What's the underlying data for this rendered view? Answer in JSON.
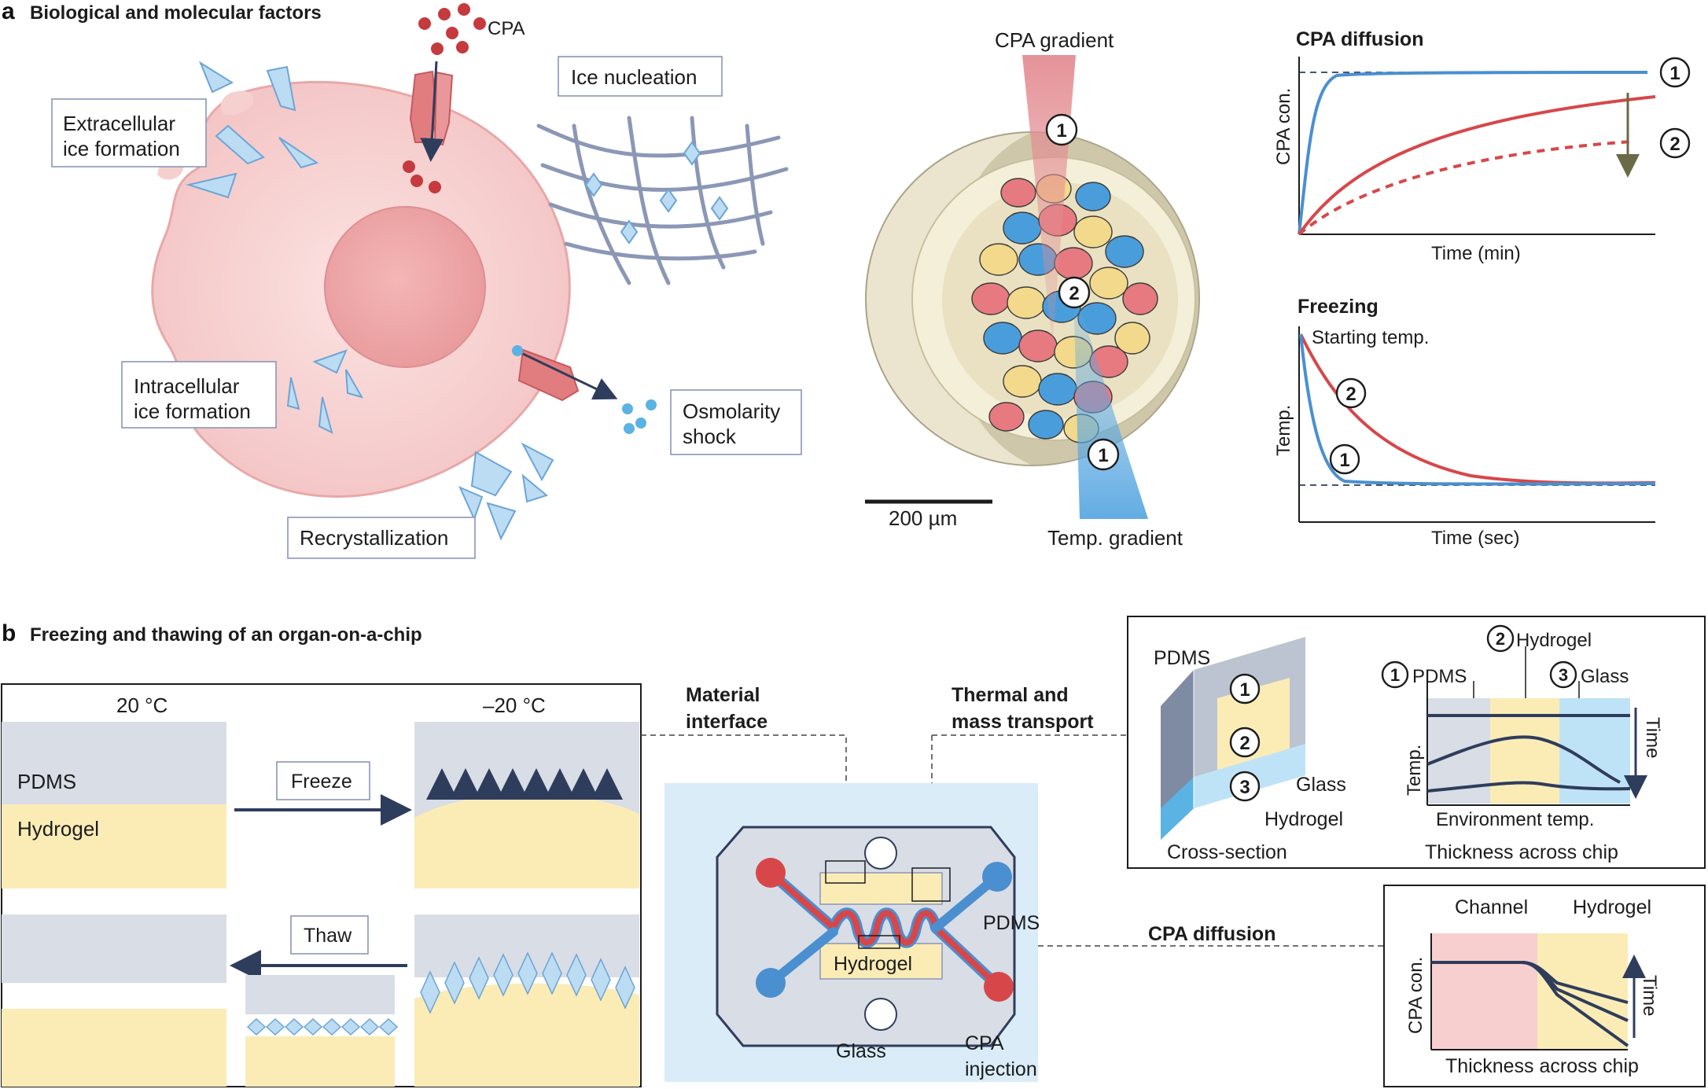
{
  "panel_a": {
    "letter": "a",
    "title": "Biological and molecular factors",
    "cell": {
      "cpa": "CPA",
      "extracellular": [
        "Extracellular",
        "ice formation"
      ],
      "intracellular": [
        "Intracellular",
        "ice formation"
      ],
      "ice_nucleation": "Ice nucleation",
      "osmolarity": [
        "Osmolarity",
        "shock"
      ],
      "recrystallization": "Recrystallization"
    },
    "organoid": {
      "cpa_gradient": "CPA gradient",
      "temp_gradient": "Temp. gradient",
      "scale_bar": "200 µm",
      "markers": [
        "1",
        "2",
        "1"
      ]
    },
    "cpa_diffusion_plot": {
      "title": "CPA diffusion",
      "ylabel": "CPA con.",
      "xlabel": "Time (min)",
      "markers": [
        "1",
        "2"
      ]
    },
    "freezing_plot": {
      "title": "Freezing",
      "ylabel": "Temp.",
      "xlabel": "Time (sec)",
      "annotation": "Starting temp.",
      "markers": [
        "2",
        "1"
      ]
    }
  },
  "panel_b": {
    "letter": "b",
    "title": "Freezing and thawing of an organ-on-a-chip",
    "freeze_thaw": {
      "temp_left": "20 °C",
      "temp_right": "–20 °C",
      "pdms": "PDMS",
      "hydrogel": "Hydrogel",
      "freeze": "Freeze",
      "thaw": "Thaw"
    },
    "chip": {
      "material_interface": [
        "Material",
        "interface"
      ],
      "thermal_mass": [
        "Thermal and",
        "mass transport"
      ],
      "cpa_diffusion": "CPA diffusion",
      "pdms": "PDMS",
      "hydrogel": "Hydrogel",
      "glass": "Glass",
      "cpa_injection": [
        "CPA",
        "injection"
      ]
    },
    "cross_section": {
      "pdms": "PDMS",
      "glass": "Glass",
      "hydrogel": "Hydrogel",
      "caption": "Cross-section",
      "markers": [
        "1",
        "2",
        "3"
      ]
    },
    "thickness_plot": {
      "layers": [
        {
          "n": "1",
          "label": "PDMS"
        },
        {
          "n": "2",
          "label": "Hydrogel"
        },
        {
          "n": "3",
          "label": "Glass"
        }
      ],
      "ylabel": "Temp.",
      "time": "Time",
      "env": "Environment temp.",
      "xlabel": "Thickness across chip"
    },
    "cpa_profile_plot": {
      "channel": "Channel",
      "hydrogel": "Hydrogel",
      "ylabel": "CPA con.",
      "time": "Time",
      "xlabel": "Thickness across chip"
    }
  },
  "colors": {
    "cpa_red": "#d7474a",
    "blue": "#4a8fd0",
    "pdms_gray": "#d8dde6",
    "hydrogel_yellow": "#fbecb6",
    "chip_bg": "#d9ecf8",
    "cell_pink": "#f6cfcf",
    "ice_blue": "#bcdcf3",
    "dark_navy": "#2f3d5c"
  }
}
